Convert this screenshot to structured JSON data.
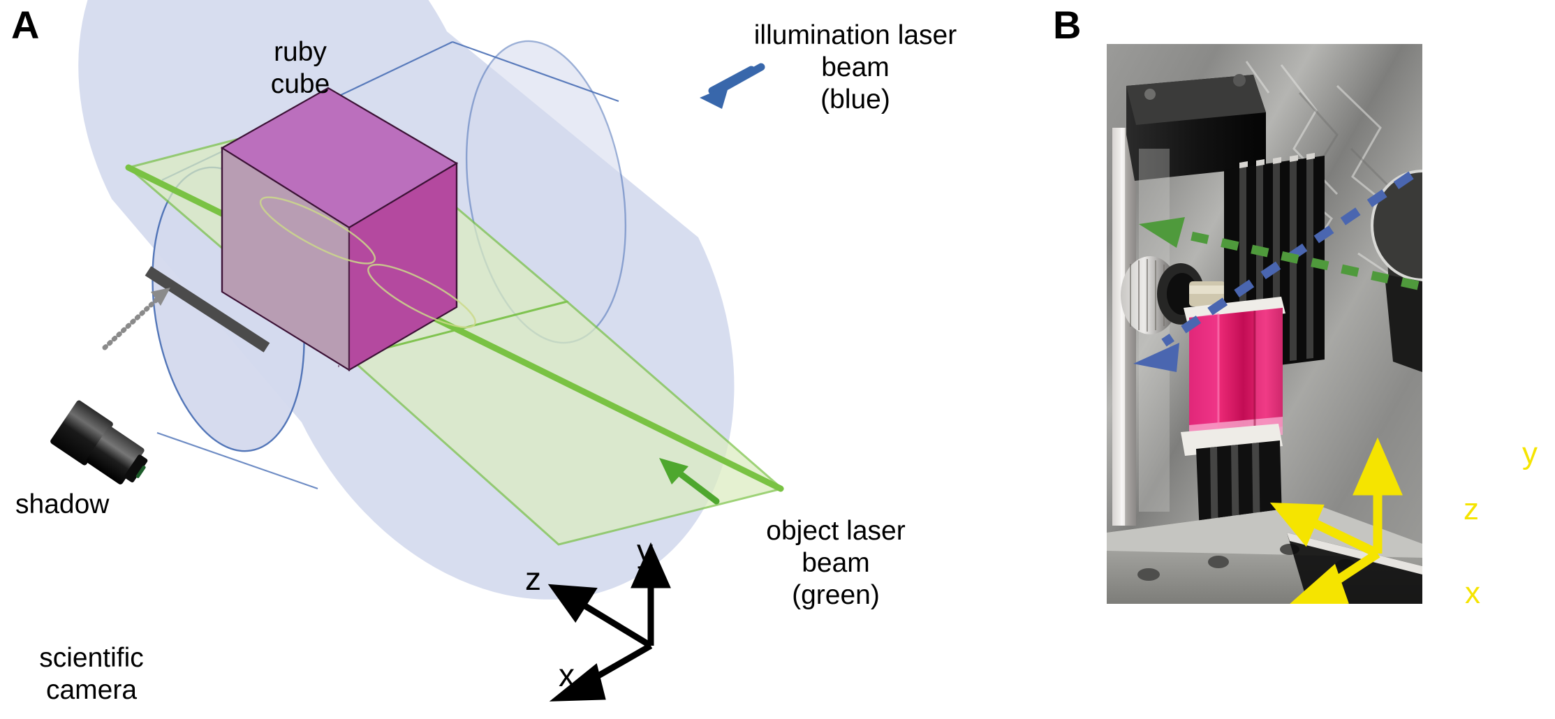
{
  "figure": {
    "panels": [
      {
        "letter": "A",
        "kind": "schematic-diagram"
      },
      {
        "letter": "B",
        "kind": "photograph"
      }
    ]
  },
  "panel_a": {
    "letter": "A",
    "labels": {
      "ruby_cube": "ruby\ncube",
      "illumination_beam": "illumination laser\nbeam\n(blue)",
      "object_beam": "object laser\nbeam\n(green)",
      "shadow": "shadow",
      "scientific_camera": "scientific\ncamera"
    },
    "axes": {
      "y": "y",
      "z": "z",
      "x": "x"
    },
    "colors": {
      "illumination_beam_fill": "#d4daee",
      "illumination_beam_stroke": "#4a6fb5",
      "illumination_arrow": "#3867ab",
      "object_beam_fill": "#dcedc0",
      "object_beam_stroke": "#79c243",
      "object_arrow": "#4ea72e",
      "cube_top_face": "#bb6fbd",
      "cube_right_face": "#b34aa8",
      "cube_front_face": "#c87fc4",
      "cube_edge": "#3c1236",
      "shadow_bar": "#4b4b4b",
      "shadow_pointer": "#8a8a8a",
      "camera_body": "#111111",
      "axis": "#000000"
    }
  },
  "panel_b": {
    "letter": "B",
    "axes": {
      "y": "y",
      "z": "z",
      "x": "x"
    },
    "colors": {
      "axis_yellow": "#f5e400",
      "illumination_dashed": "#4a66b0",
      "object_dashed": "#4f9a3c",
      "ruby_crystal": "#e0176b",
      "mount_black": "#141414",
      "foil_background": "#8f8f8d",
      "breadboard": "#9a9a98"
    }
  }
}
